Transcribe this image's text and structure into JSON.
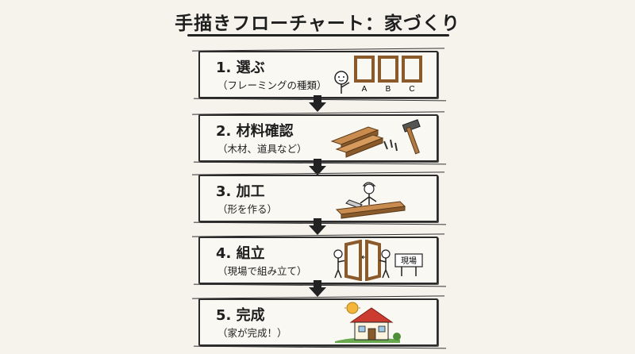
{
  "title": "手描きフローチャート：家づくり",
  "steps": [
    {
      "title": "1. 選ぶ",
      "subtitle": "（フレーミングの種類）",
      "icon": "frame-options-icon",
      "labels": [
        "A",
        "B",
        "C"
      ]
    },
    {
      "title": "2. 材料確認",
      "subtitle": "（木材、道具など）",
      "icon": "lumber-tools-icon"
    },
    {
      "title": "3. 加工",
      "subtitle": "（形を作る）",
      "icon": "sawing-worker-icon"
    },
    {
      "title": "4. 組立",
      "subtitle": "（現場で組み立て）",
      "icon": "assembly-frame-icon",
      "sign": "現場"
    },
    {
      "title": "5. 完成",
      "subtitle": "（家が完成！）",
      "icon": "house-sun-icon"
    }
  ],
  "colors": {
    "background": "#f6f3ec",
    "wood": "#c98c4e",
    "wood_dark": "#8a5a2b",
    "roof": "#cc3b2f",
    "grass": "#6aa84f",
    "sun": "#f4b63a"
  }
}
